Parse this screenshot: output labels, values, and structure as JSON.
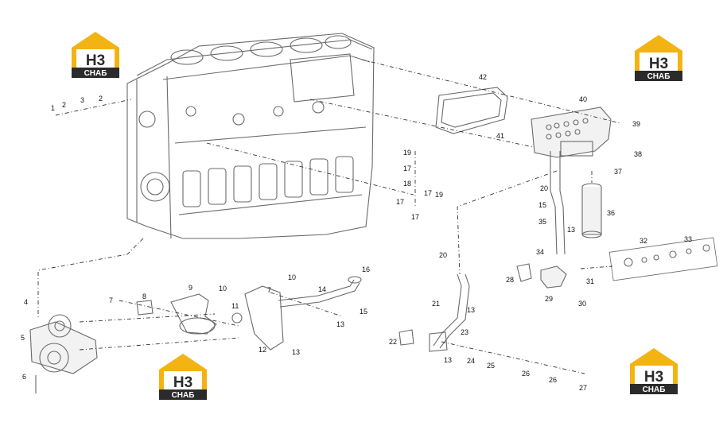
{
  "logo": {
    "main": "Н3",
    "sub": "СНАБ",
    "gold": "#f2b313",
    "dark": "#2b2b2b"
  },
  "logos": [
    {
      "id": "logo-top-left"
    },
    {
      "id": "logo-top-right"
    },
    {
      "id": "logo-bottom-left"
    },
    {
      "id": "logo-bottom-right"
    }
  ],
  "callouts": [
    "1",
    "2",
    "3",
    "2",
    "42",
    "40",
    "39",
    "41",
    "38",
    "37",
    "19",
    "17",
    "18",
    "17",
    "19",
    "17",
    "17",
    "20",
    "36",
    "15",
    "35",
    "13",
    "32",
    "33",
    "20",
    "34",
    "28",
    "31",
    "29",
    "30",
    "4",
    "10",
    "16",
    "7",
    "8",
    "9",
    "10",
    "11",
    "7",
    "14",
    "15",
    "13",
    "5",
    "12",
    "13",
    "21",
    "13",
    "23",
    "22",
    "13",
    "24",
    "25",
    "26",
    "26",
    "27",
    "6"
  ]
}
